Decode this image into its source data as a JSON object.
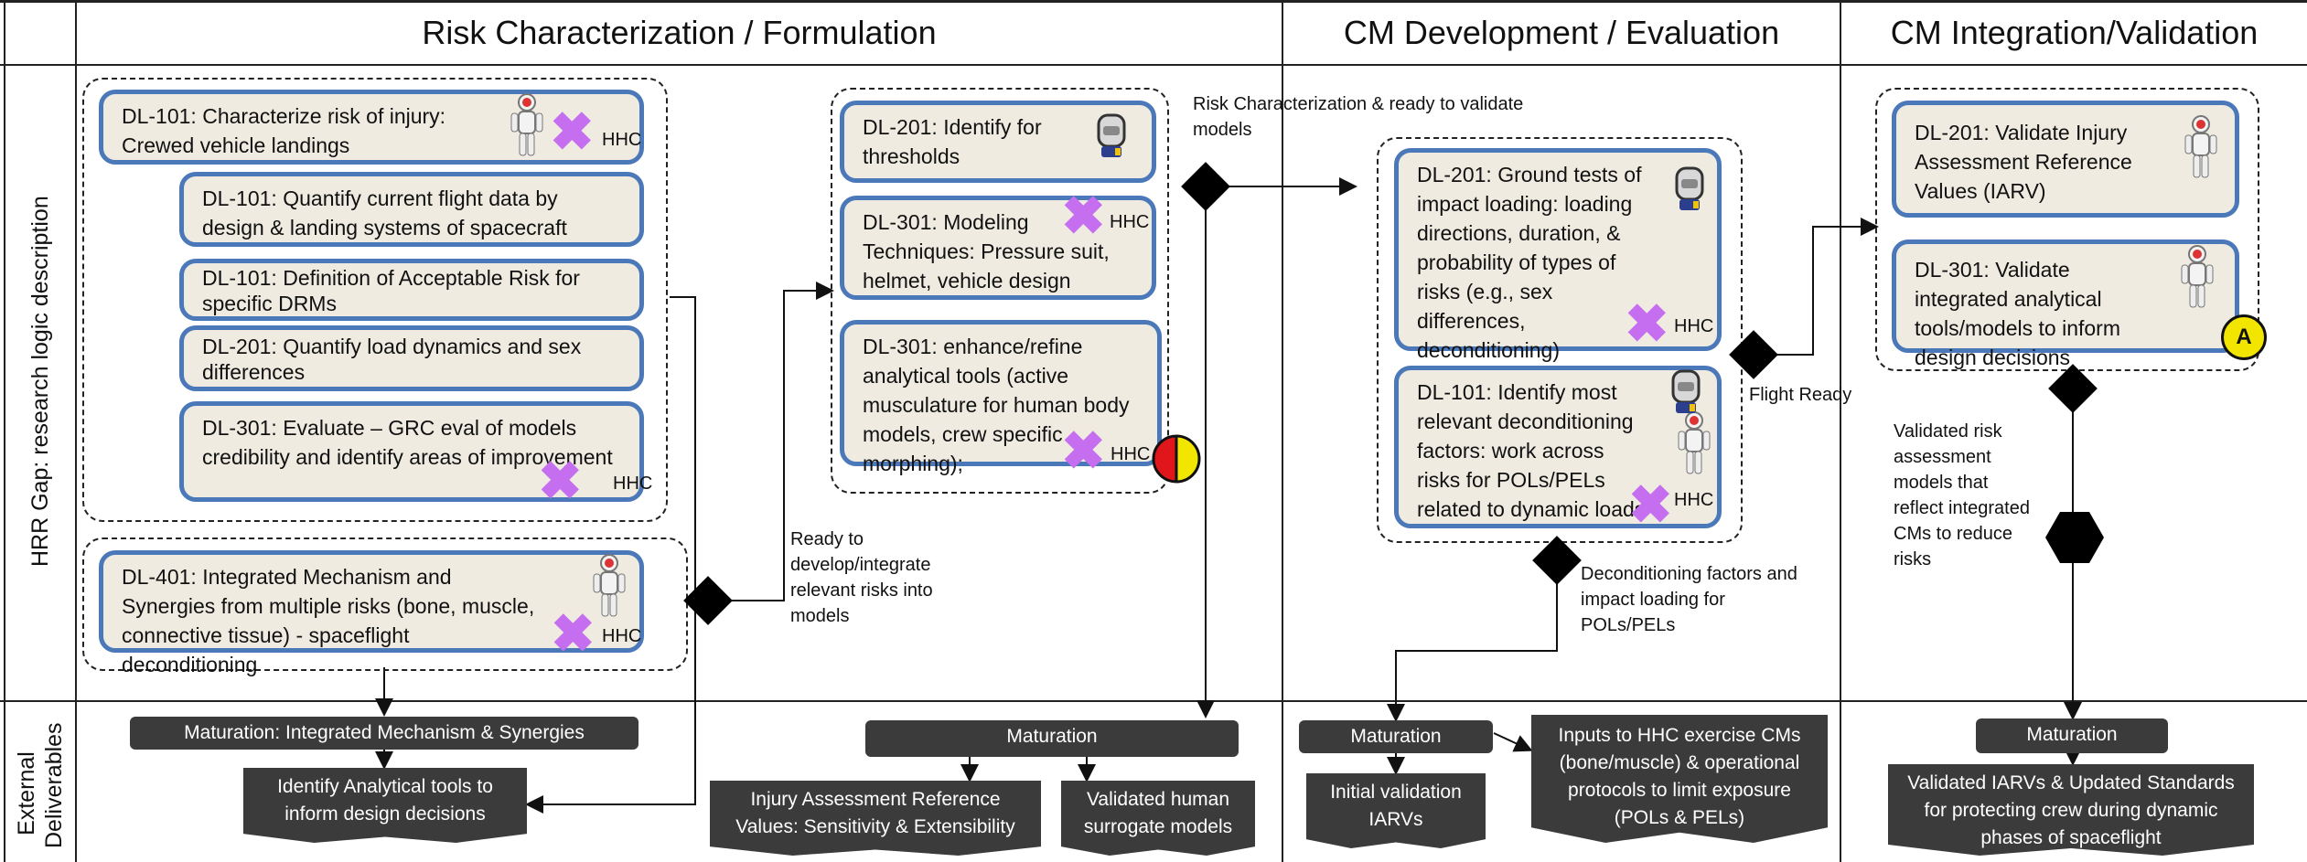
{
  "columns": {
    "col1": "Risk Characterization / Formulation",
    "col2": "CM Development / Evaluation",
    "col3": "CM Integration/Validation"
  },
  "rows": {
    "row1": "HRR Gap: research logic description",
    "row2a": "External",
    "row2b": "Deliverables"
  },
  "hhc": "HHC",
  "boxes": {
    "b1": "DL-101: Characterize risk of injury: Crewed vehicle landings",
    "b2": "DL-101: Quantify current flight data by design & landing systems of spacecraft",
    "b3": "DL-101: Definition of Acceptable Risk for specific DRMs",
    "b4": "DL-201: Quantify load dynamics and sex differences",
    "b5": "DL-301: Evaluate – GRC eval of models credibility and identify areas of improvement",
    "b6": "DL-401: Integrated Mechanism and Synergies from multiple risks (bone, muscle, connective tissue) - spaceflight deconditioning",
    "b7": "DL-201: Identify for thresholds",
    "b8": "DL-301: Modeling Techniques: Pressure suit, helmet, vehicle design",
    "b9": "DL-301: enhance/refine analytical tools (active musculature for human body models, crew specific morphing);",
    "b10": "DL-201: Ground tests of impact loading: loading directions, duration, & probability of types of risks (e.g., sex differences, deconditioning)",
    "b11": "DL-101: Identify most relevant deconditioning factors: work across risks for POLs/PELs related to dynamic loads",
    "b12": "DL-201: Validate Injury Assessment Reference Values (IARV)",
    "b13": "DL-301: Validate integrated analytical tools/models to inform design decisions",
    "badge_a": "A"
  },
  "notes": {
    "n1": "Risk Characterization & ready to validate models",
    "n2": "Ready to develop/integrate relevant risks into models",
    "n3": "Flight Ready",
    "n4": "Deconditioning factors and impact loading for POLs/PELs",
    "n5": "Validated risk assessment models that reflect integrated CMs to reduce risks"
  },
  "deliverables": {
    "m1": "Maturation: Integrated Mechanism & Synergies",
    "d1": "Identify Analytical tools to inform design decisions",
    "m2": "Maturation",
    "d2": "Injury Assessment Reference Values: Sensitivity & Extensibility",
    "d3": "Validated human surrogate models",
    "m3": "Maturation",
    "d4": "Initial validation IARVs",
    "d5": "Inputs to HHC exercise CMs (bone/muscle) & operational protocols to limit exposure (POLs & PELs)",
    "m4": "Maturation",
    "d6": "Validated IARVs & Updated Standards for protecting crew during dynamic phases of spaceflight"
  },
  "colors": {
    "box_fill": "#efebe1",
    "box_border": "#4a78b8",
    "hhc_x": "#c56ef0",
    "deliverable_fill": "#3b3b3b",
    "badge_red": "#e0161b",
    "badge_yellow": "#f2e600"
  }
}
